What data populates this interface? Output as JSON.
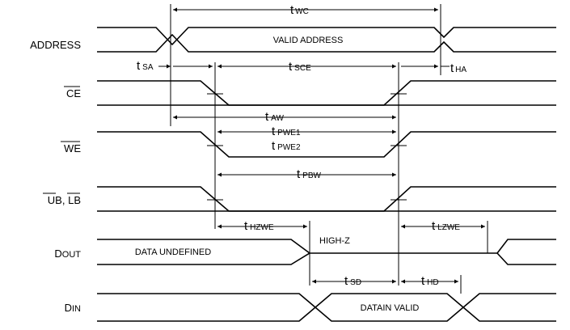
{
  "signals": {
    "address": "ADDRESS",
    "ce": "CE",
    "we": "WE",
    "ub_lb": {
      "ub": "UB",
      "sep": ", ",
      "lb": "LB"
    },
    "dout": {
      "big": "D",
      "small": "OUT"
    },
    "din": {
      "big": "D",
      "small": "IN"
    }
  },
  "labels": {
    "valid_address": "VALID ADDRESS",
    "data_undefined": "DATA UNDEFINED",
    "high_z": "HIGH-Z",
    "datain_valid": "DATAIN VALID"
  },
  "timings": {
    "twc": {
      "t": "t",
      "sub": "WC"
    },
    "tsa": {
      "t": "t",
      "sub": "SA"
    },
    "tsce": {
      "t": "t",
      "sub": "SCE"
    },
    "tha": {
      "t": "t",
      "sub": "HA"
    },
    "taw": {
      "t": "t",
      "sub": "AW"
    },
    "tpwe1": {
      "t": "t",
      "sub": "PWE1"
    },
    "tpwe2": {
      "t": "t",
      "sub": "PWE2"
    },
    "tpbw": {
      "t": "t",
      "sub": "PBW"
    },
    "thzwe": {
      "t": "t",
      "sub": "HZWE"
    },
    "tlzwe": {
      "t": "t",
      "sub": "LZWE"
    },
    "tsd": {
      "t": "t",
      "sub": "SD"
    },
    "thd": {
      "t": "t",
      "sub": "HD"
    }
  }
}
